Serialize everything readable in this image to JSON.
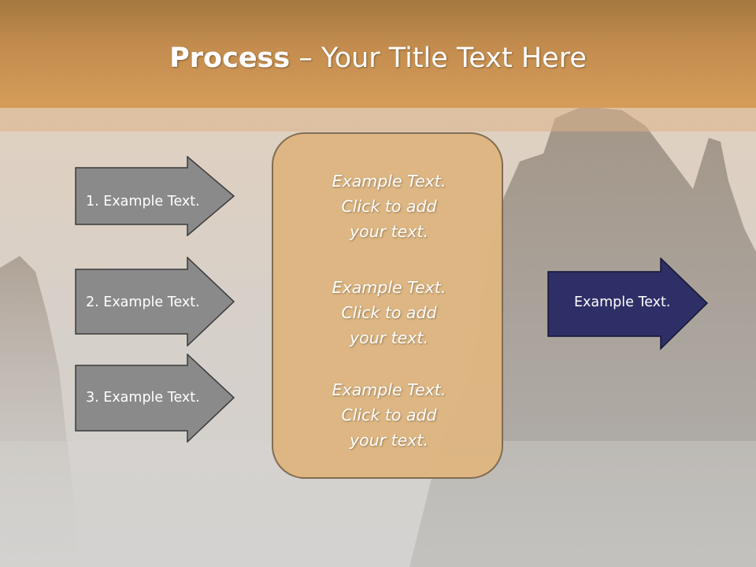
{
  "title": {
    "bold": "Process",
    "rest": " – Your Title Text Here"
  },
  "left_arrows": [
    {
      "label": "1. Example Text."
    },
    {
      "label": "2. Example Text."
    },
    {
      "label": "3. Example Text."
    }
  ],
  "center_box": {
    "blocks": [
      {
        "line1": "Example Text.",
        "line2": "Click  to add",
        "line3": "your text."
      },
      {
        "line1": "Example Text.",
        "line2": "Click  to add",
        "line3": "your text."
      },
      {
        "line1": "Example Text.",
        "line2": "Click  to add",
        "line3": "your text."
      }
    ]
  },
  "output_arrow": {
    "label": "Example Text."
  },
  "colors": {
    "header": "#c48d4f",
    "left_arrow_fill": "#8a8a8a",
    "center_box_fill": "#deb681",
    "output_arrow_fill": "#2e2f66"
  }
}
